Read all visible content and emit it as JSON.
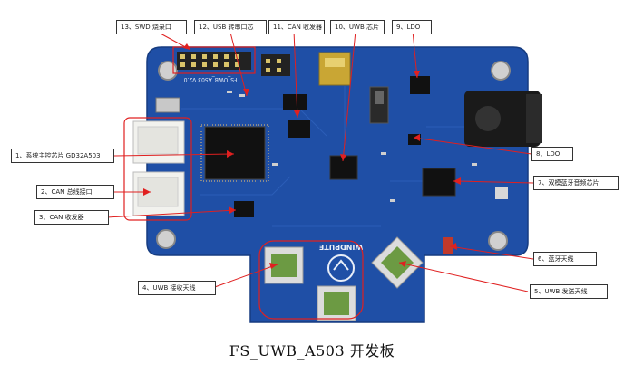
{
  "caption": "FS_UWB_A503 开发板",
  "labels": {
    "l1": "1、系统主控芯片 GD32A503",
    "l2": "2、CAN 总线接口",
    "l3": "3、CAN 收发器",
    "l4": "4、UWB 接收天线",
    "l5": "5、UWB 发送天线",
    "l6": "6、蓝牙天线",
    "l7": "7、双模蓝牙音频芯片",
    "l8": "8、LDO",
    "l9": "9、LDO",
    "l10": "10、UWB 芯片",
    "l11": "11、CAN 收发器",
    "l12": "12、USB 转串口芯",
    "l13": "13、SWD 烧录口"
  },
  "board_text": {
    "brand": "WINDPUTE",
    "model": "FS_UWB_A503 V2.0"
  },
  "colors": {
    "pcb": "#1f4fa6",
    "annotation": "#e02020"
  }
}
